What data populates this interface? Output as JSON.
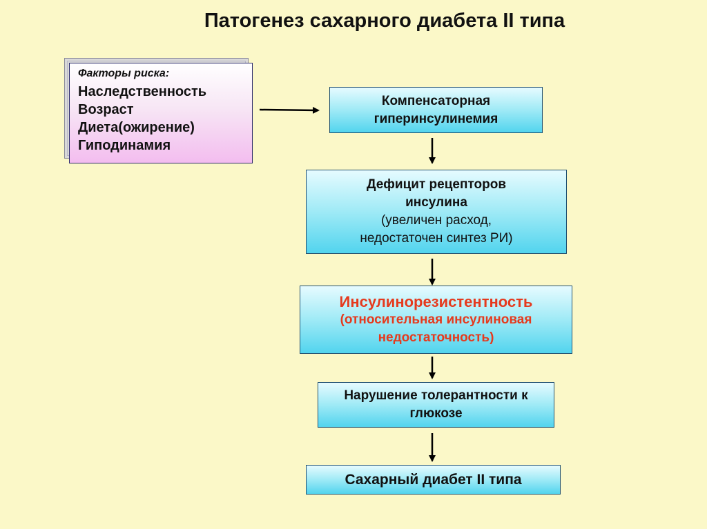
{
  "title": "Патогенез сахарного диабета II типа",
  "risk_factors": {
    "header": "Факторы риска:",
    "items": [
      "Наследственность",
      "Возраст",
      "Диета(ожирение)",
      "Гиподинамия"
    ]
  },
  "steps": {
    "compensatory": {
      "line1": "Компенсаторная",
      "line2": "гиперинсулинемия"
    },
    "receptor_deficit": {
      "line1": "Дефицит рецепторов",
      "line2": "инсулина",
      "line3": "(увеличен расход,",
      "line4": "недостаточен синтез РИ)"
    },
    "insulin_resistance": {
      "line1": "Инсулинорезистентность",
      "line2": "(относительная инсулиновая",
      "line3": "недостаточность)"
    },
    "glucose_tolerance": {
      "line1": "Нарушение толерантности к",
      "line2": "глюкозе"
    },
    "diabetes": {
      "line1": "Сахарный диабет II типа"
    }
  },
  "colors": {
    "background": "#fbf8c8",
    "accent_red": "#e53a1e",
    "box_gradient": "cyan",
    "risk_gradient": "pink"
  }
}
